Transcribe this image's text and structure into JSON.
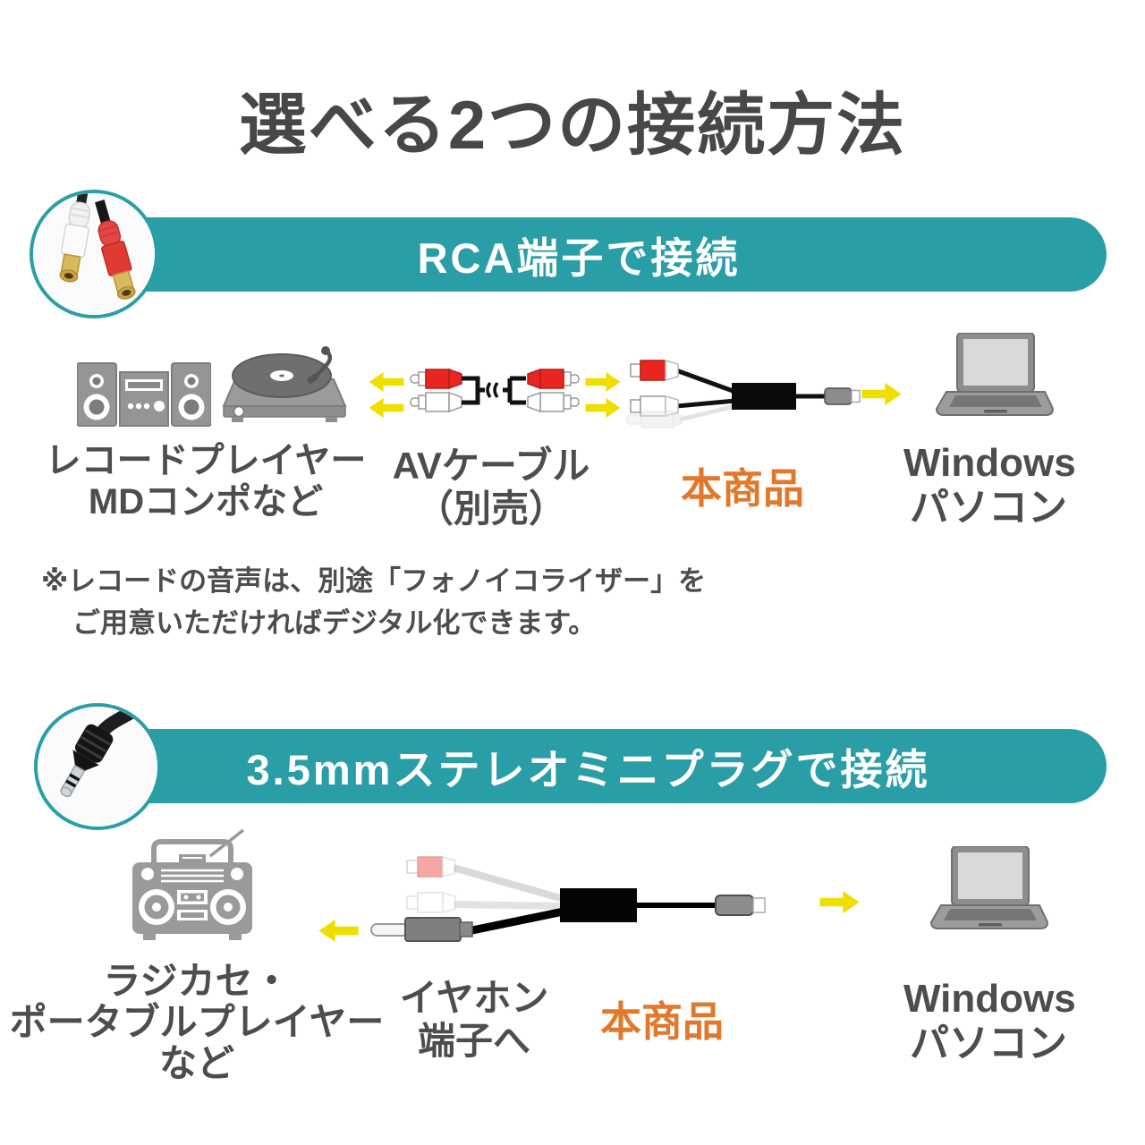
{
  "title": "選べる2つの接続方法",
  "colors": {
    "teal_banner": "#2a9ea6",
    "orange_product": "#e2782c",
    "arrow_yellow": "#eedf00",
    "text_gray": "#4d4d4d",
    "icon_gray": "#969696",
    "rca_red": "#e13a34",
    "rca_white": "#ffffff"
  },
  "icons": {
    "circle_photo_1": "rca-jacks-photo",
    "circle_photo_2": "mini-plug-photo",
    "source_rca_1": "stereo-system-icon",
    "source_rca_2": "turntable-icon",
    "cable_rca": "av-cable-icon",
    "product_rca": "converter-cable-rca-icon",
    "pc": "laptop-icon",
    "source_mini": "boombox-icon",
    "product_mini": "converter-cable-miniplug-icon"
  },
  "section_rca": {
    "banner": "RCA端子で接続",
    "source_line1": "レコードプレイヤー",
    "source_line2": "MDコンポなど",
    "cable_line1": "AVケーブル",
    "cable_line2": "（別売）",
    "product_label": "本商品",
    "pc_line1": "Windows",
    "pc_line2": "パソコン",
    "note_line1": "※レコードの音声は、別途「フォノイコライザー」を",
    "note_line2": "ご用意いただければデジタル化できます。"
  },
  "section_miniplug": {
    "banner": "3.5mmステレオミニプラグで接続",
    "source_line1": "ラジカセ・",
    "source_line2": "ポータブルプレイヤー",
    "source_line3": "など",
    "cable_line1": "イヤホン",
    "cable_line2": "端子へ",
    "product_label": "本商品",
    "pc_line1": "Windows",
    "pc_line2": "パソコン"
  }
}
